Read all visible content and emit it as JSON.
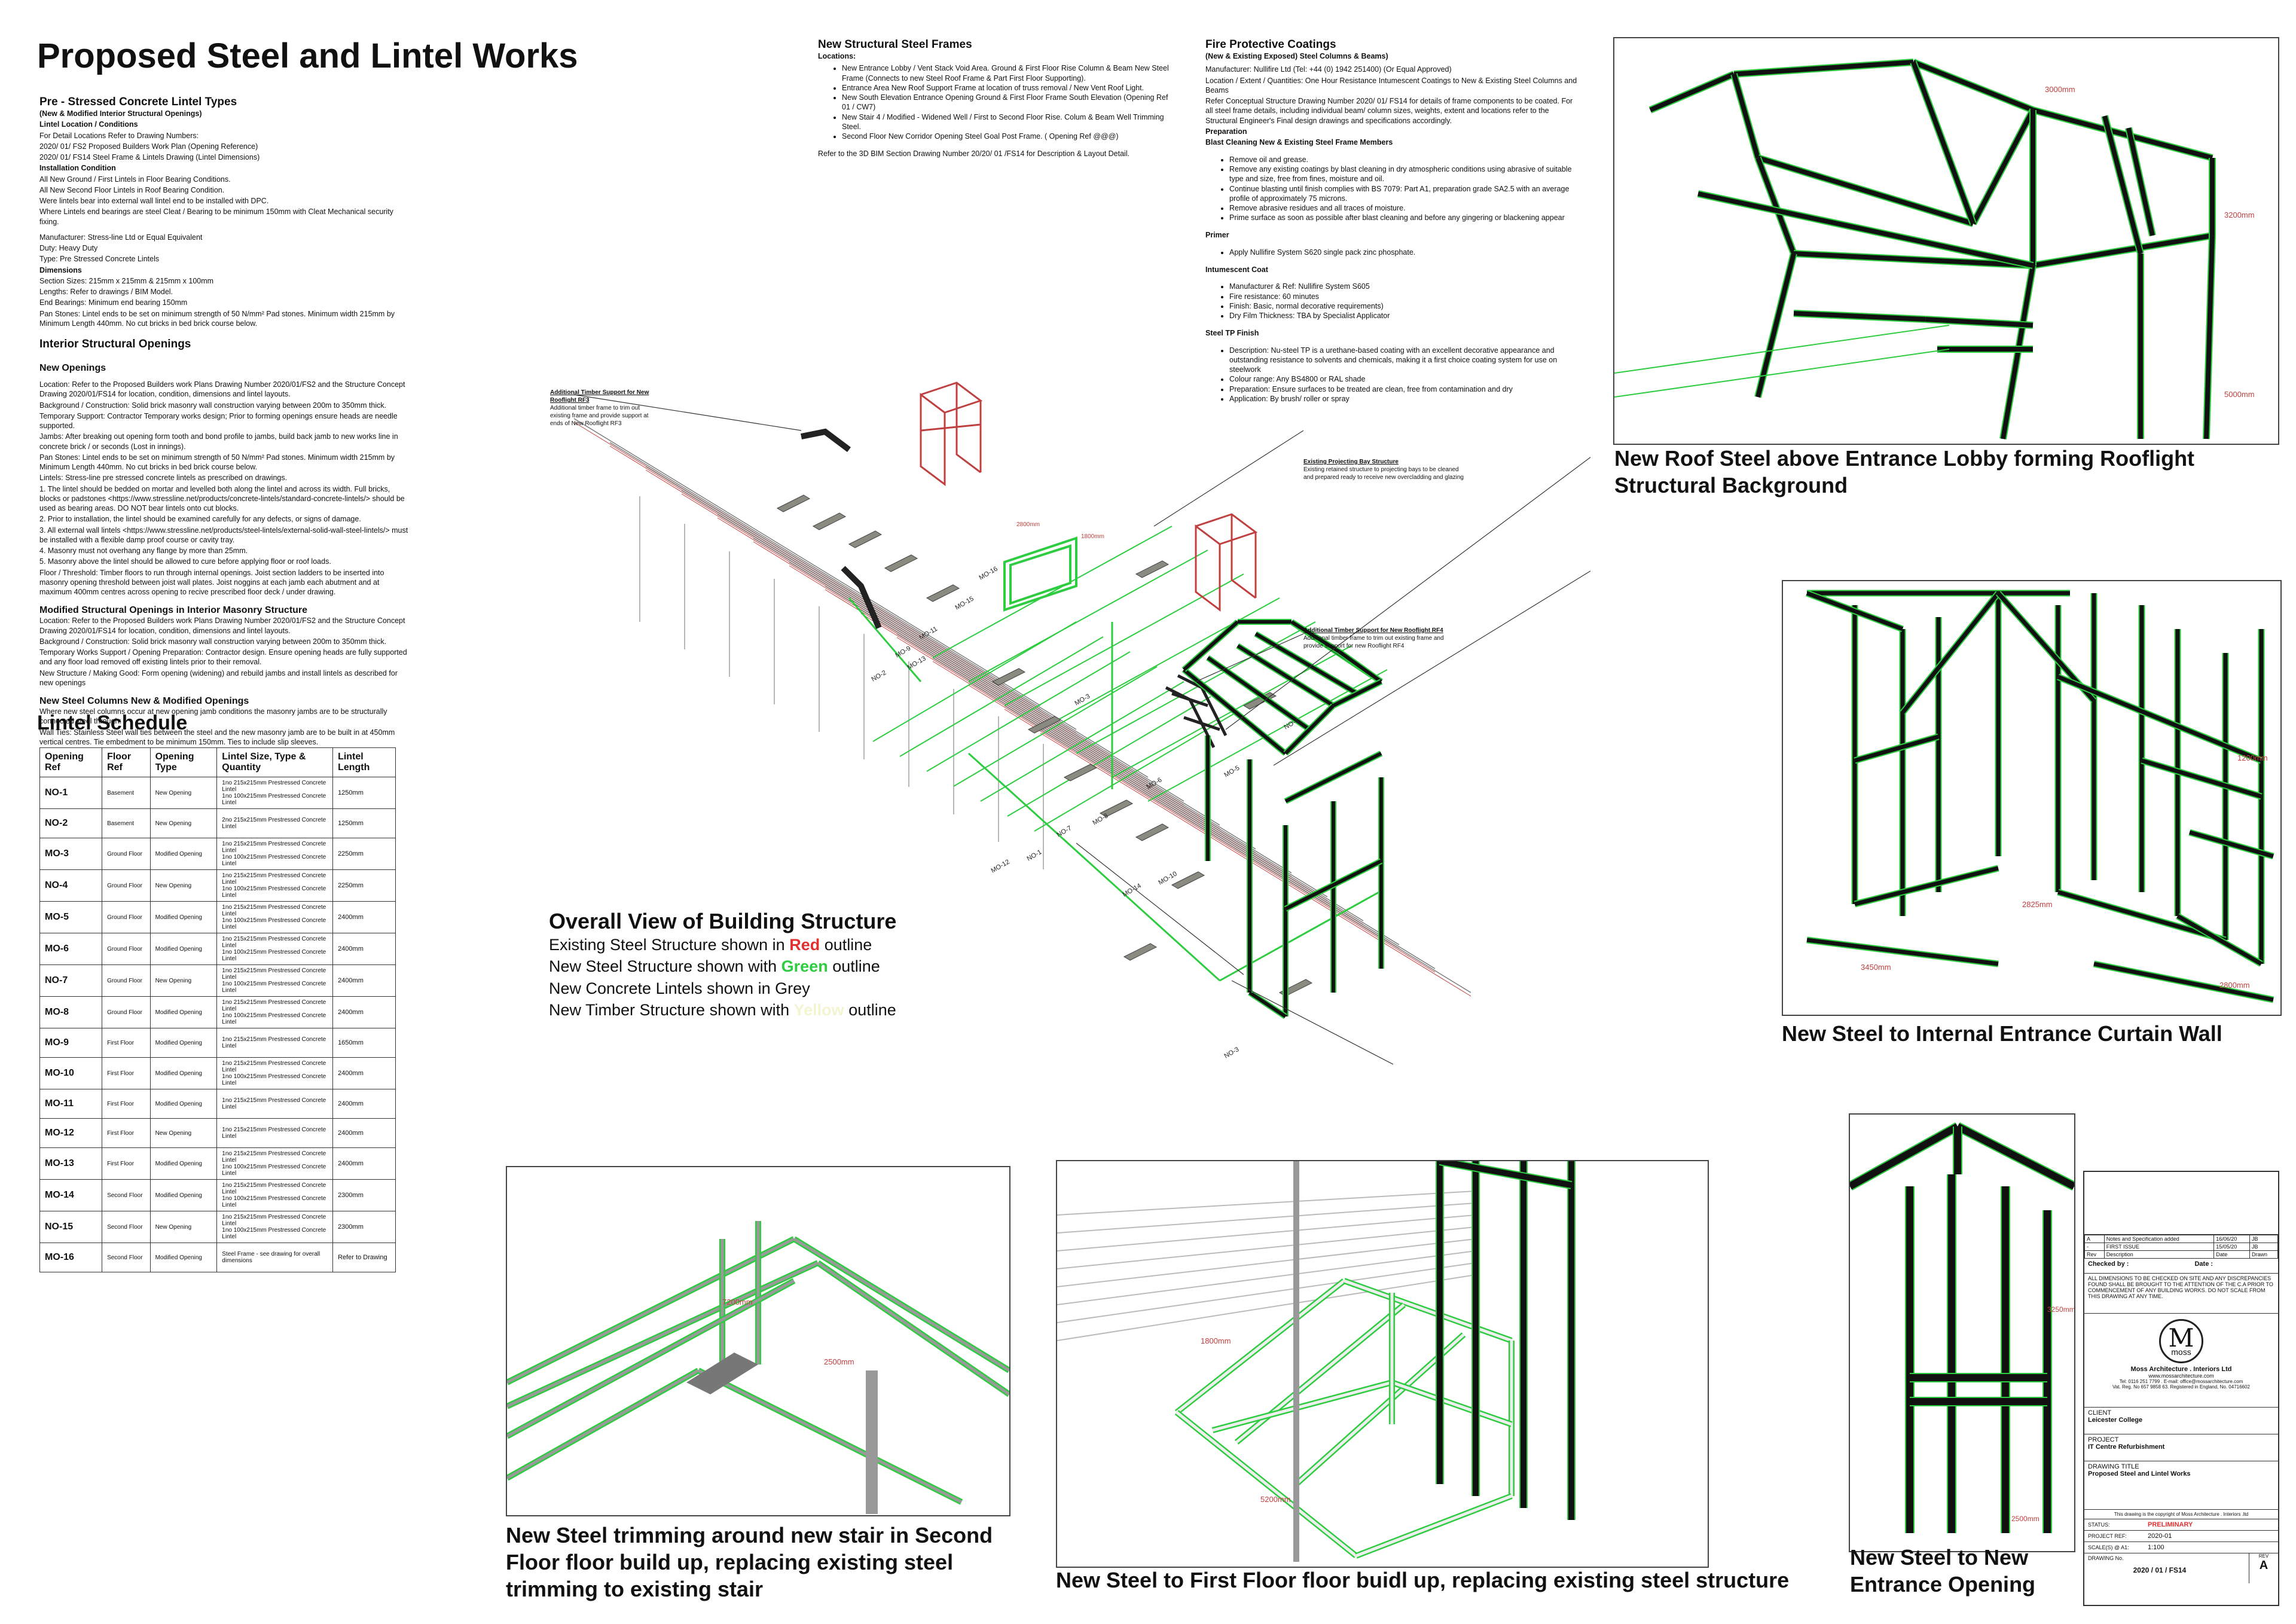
{
  "title": "Proposed Steel and Lintel Works",
  "left": {
    "lintel_types_heading": "Pre - Stressed Concrete Lintel Types",
    "lintel_types_lines": [
      "(New & Modified Interior Structural Openings)",
      "Lintel Location / Conditions",
      "For Detail Locations Refer to Drawing Numbers:",
      "2020/ 01/ FS2 Proposed Builders Work Plan (Opening Reference)",
      "2020/ 01/ FS14 Steel Frame & Lintels Drawing (Lintel Dimensions)",
      "Installation Condition",
      "All New Ground / First Lintels in Floor Bearing Conditions.",
      "All New Second Floor Lintels in Roof Bearing Condition.",
      "Were lintels bear into external wall lintel end to be installed with DPC.",
      "Where Lintels end bearings are steel Cleat / Bearing to be minimum 150mm with Cleat Mechanical security fixing."
    ],
    "spec_lines": [
      "Manufacturer: Stress-line Ltd or Equal Equivalent",
      "Duty: Heavy Duty",
      "Type: Pre Stressed Concrete Lintels",
      "Dimensions",
      "Section Sizes: 215mm x 215mm & 215mm x 100mm",
      "Lengths: Refer to drawings / BIM Model.",
      "End Bearings: Minimum end bearing 150mm",
      "Pan Stones: Lintel ends to be set on minimum strength of 50 N/mm² Pad stones. Minimum width 215mm by Minimum Length 440mm. No cut bricks in bed brick course below."
    ],
    "interior_heading": "Interior Structural Openings",
    "new_openings_heading": "New Openings",
    "new_openings_lines": [
      "Location: Refer to the Proposed Builders work Plans Drawing Number 2020/01/FS2 and the Structure Concept Drawing 2020/01/FS14 for location, condition, dimensions and lintel layouts.",
      "Background / Construction: Solid brick masonry wall construction varying between 200m to 350mm thick.",
      "Temporary Support: Contractor Temporary works design; Prior to forming openings ensure heads are needle supported.",
      "Jambs: After breaking out opening form tooth and bond profile to jambs, build back jamb to new works line in concrete brick / or seconds (Lost in innings).",
      "Pan Stones: Lintel ends to be set on minimum strength of 50 N/mm² Pad stones. Minimum width 215mm by Minimum Length 440mm. No cut bricks in bed brick course below.",
      "Lintels: Stress-line pre stressed concrete lintels as prescribed on drawings.",
      "1. The lintel should be bedded on mortar and levelled both along the lintel and across its width. Full bricks, blocks or padstones <https://www.stressline.net/products/concrete-lintels/standard-concrete-lintels/> should be used as bearing areas. DO NOT bear lintels onto cut blocks.",
      "2. Prior to installation, the lintel should be examined carefully for any defects, or signs of damage.",
      "3. All external wall lintels <https://www.stressline.net/products/steel-lintels/external-solid-wall-steel-lintels/> must be installed with a flexible damp proof course or cavity tray.",
      "4. Masonry must not overhang any flange by more than 25mm.",
      "5. Masonry above the lintel should be allowed to cure before applying floor or roof loads.",
      "Floor / Threshold: Timber floors to run through internal openings. Joist section ladders to be inserted into masonry opening threshold between joist wall plates. Joist noggins at each jamb each abutment and at maximum 400mm centres across opening to recive prescribed floor deck / under drawing."
    ],
    "modified_heading": "Modified Structural Openings in Interior Masonry Structure",
    "modified_lines": [
      "Location: Refer to the Proposed Builders work Plans Drawing Number 2020/01/FS2 and the Structure Concept Drawing 2020/01/FS14 for location, condition, dimensions and lintel layouts.",
      "Background / Construction: Solid brick masonry wall construction varying between 200m to 350mm thick.",
      "Temporary Works Support / Opening Preparation: Contractor design. Ensure opening heads are fully supported and any floor load removed off existing lintels prior to their removal.",
      "New Structure / Making Good: Form opening (widening) and rebuild jambs and install lintels as described for new openings"
    ],
    "columns_heading": "New Steel Columns New & Modified Openings",
    "columns_lines": [
      "Where new steel columns occur at new opening jamb conditions the masonry jambs are to be structurally connected steel through:",
      "Wall Ties: Stainless Steel wall ties between the steel and the new masonry jamb are to be built in at 450mm vertical centres. Tie embedment to be minimum 150mm. Ties to include slip sleeves."
    ]
  },
  "schedule": {
    "heading": "Lintel Schedule",
    "headers": [
      "Opening Ref",
      "Floor Ref",
      "Opening Type",
      "Lintel Size, Type & Quantity",
      "Lintel Length"
    ],
    "rows": [
      [
        "NO-1",
        "Basement",
        "New Opening",
        "1no 215x215mm Prestressed Concrete Lintel\n1no 100x215mm Prestressed Concrete Lintel",
        "1250mm"
      ],
      [
        "NO-2",
        "Basement",
        "New Opening",
        "2no 215x215mm Prestressed Concrete Lintel",
        "1250mm"
      ],
      [
        "MO-3",
        "Ground Floor",
        "Modified Opening",
        "1no 215x215mm Prestressed Concrete Lintel\n1no 100x215mm Prestressed Concrete Lintel",
        "2250mm"
      ],
      [
        "NO-4",
        "Ground Floor",
        "New Opening",
        "1no 215x215mm Prestressed Concrete Lintel\n1no 100x215mm Prestressed Concrete Lintel",
        "2250mm"
      ],
      [
        "MO-5",
        "Ground Floor",
        "Modified Opening",
        "1no 215x215mm Prestressed Concrete Lintel\n1no 100x215mm Prestressed Concrete Lintel",
        "2400mm"
      ],
      [
        "MO-6",
        "Ground Floor",
        "Modified Opening",
        "1no 215x215mm Prestressed Concrete Lintel\n1no 100x215mm Prestressed Concrete Lintel",
        "2400mm"
      ],
      [
        "NO-7",
        "Ground Floor",
        "New Opening",
        "1no 215x215mm Prestressed Concrete Lintel\n1no 100x215mm Prestressed Concrete Lintel",
        "2400mm"
      ],
      [
        "MO-8",
        "Ground Floor",
        "Modified Opening",
        "1no 215x215mm Prestressed Concrete Lintel\n1no 100x215mm Prestressed Concrete Lintel",
        "2400mm"
      ],
      [
        "MO-9",
        "First Floor",
        "Modified Opening",
        "1no 215x215mm Prestressed Concrete Lintel",
        "1650mm"
      ],
      [
        "MO-10",
        "First Floor",
        "Modified Opening",
        "1no 215x215mm Prestressed Concrete Lintel\n1no 100x215mm Prestressed Concrete Lintel",
        "2400mm"
      ],
      [
        "MO-11",
        "First Floor",
        "Modified Opening",
        "1no 215x215mm Prestressed Concrete Lintel",
        "2400mm"
      ],
      [
        "MO-12",
        "First Floor",
        "New Opening",
        "1no 215x215mm Prestressed Concrete Lintel",
        "2400mm"
      ],
      [
        "MO-13",
        "First Floor",
        "Modified Opening",
        "1no 215x215mm Prestressed Concrete Lintel\n1no 100x215mm Prestressed Concrete Lintel",
        "2400mm"
      ],
      [
        "MO-14",
        "Second Floor",
        "Modified Opening",
        "1no 215x215mm Prestressed Concrete Lintel\n1no 100x215mm Prestressed Concrete Lintel",
        "2300mm"
      ],
      [
        "NO-15",
        "Second Floor",
        "New Opening",
        "1no 215x215mm Prestressed Concrete Lintel\n1no 100x215mm Prestressed Concrete Lintel",
        "2300mm"
      ],
      [
        "MO-16",
        "Second Floor",
        "Modified Opening",
        "Steel Frame - see drawing for overall dimensions",
        "Refer to Drawing"
      ]
    ]
  },
  "frames": {
    "heading": "New Structural Steel Frames",
    "locations_label": "Locations:",
    "items": [
      "New Entrance Lobby / Vent Stack Void Area. Ground & First Floor Rise Column & Beam New Steel Frame (Connects to new Steel Roof Frame & Part First Floor Supporting).",
      "Entrance Area New Roof Support Frame at location of truss removal / New Vent Roof Light.",
      "New South Elevation Entrance Opening Ground & First Floor Frame South Elevation (Opening Ref 01 / CW7)",
      "New Stair 4 / Modified - Widened Well / First to Second Floor Rise. Colum & Beam Well Trimming Steel.",
      "Second Floor New Corridor Opening Steel Goal Post Frame. ( Opening Ref @@@)"
    ],
    "footer": "Refer to the 3D BIM Section Drawing Number 20/20/ 01 /FS14 for Description & Layout Detail."
  },
  "fire": {
    "heading": "Fire Protective Coatings",
    "sub": "(New & Existing Exposed) Steel Columns & Beams)",
    "lines": [
      "Manufacturer: Nullifire Ltd (Tel: +44 (0) 1942 251400) (Or Equal Approved)",
      "Location / Extent / Quantities: One Hour Resistance Intumescent Coatings to New & Existing Steel Columns and Beams",
      "Refer Conceptual Structure Drawing Number 2020/ 01/ FS14 for details of frame components to be coated. For all steel frame details, including individual beam/ column sizes, weights, extent and locations refer to the Structural Engineer's Final design drawings and specifications accordingly.",
      "Preparation",
      "Blast Cleaning New & Existing Steel Frame Members"
    ],
    "prep_items": [
      "Remove oil and grease.",
      "Remove any existing coatings by blast cleaning in dry atmospheric conditions using abrasive of suitable type and size, free from fines, moisture and oil.",
      "Continue blasting until finish complies with BS 7079: Part A1, preparation grade SA2.5 with an average profile of approximately 75 microns.",
      "Remove abrasive residues and all traces of moisture.",
      "Prime surface as soon as possible after blast cleaning and before any gingering or blackening appear"
    ],
    "primer_label": "Primer",
    "primer_item": "Apply Nullifire System S620 single pack zinc phosphate.",
    "coat_label": "Intumescent Coat",
    "coat_items": [
      "Manufacturer & Ref: Nullifire System S605",
      "Fire resistance: 60 minutes",
      "Finish: Basic, normal decorative requirements)",
      "Dry Film Thickness: TBA by Specialist Applicator"
    ],
    "finish_label": "Steel TP Finish",
    "finish_items": [
      "Description: Nu-steel TP is a urethane-based coating with an excellent decorative appearance and outstanding resistance to solvents and chemicals, making it a first choice coating system for use on steelwork",
      "Colour range: Any BS4800 or RAL shade",
      "Preparation: Ensure surfaces to be treated are clean, free from contamination and dry",
      "Application: By brush/ roller or spray"
    ]
  },
  "annotations": {
    "rf3_title": "Additional Timber Support for New Rooflight RF3",
    "rf3_text": "Additional timber frame to trim out existing frame and provide support at ends of New Rooflight RF3",
    "bay_title": "Existing Projecting Bay Structure",
    "bay_text": "Existing retained structure to projecting bays to be cleaned and prepared ready to receive new overcladding and glazing",
    "rf4_title": "Additional Timber Support for New Rooflight RF4",
    "rf4_text": "Additional timber frame to trim out existing frame and provide support for new Rooflight RF4"
  },
  "overall": {
    "heading": "Overall View of Building Structure",
    "l1a": "Existing Steel Structure shown in ",
    "l1b": "Red",
    "l1c": " outline",
    "l2a": "New Steel Structure shown with ",
    "l2b": "Green",
    "l2c": " outline",
    "l3": "New Concrete Lintels shown in Grey",
    "l4a": "New Timber Structure shown with ",
    "l4b": "Yellow",
    "l4c": " outline"
  },
  "captions": {
    "roof": "New Roof Steel above Entrance Lobby forming Rooflight Structural Background",
    "curtain": "New Steel to Internal Entrance Curtain Wall",
    "stair": "New Steel trimming around new stair in Second Floor floor build up, replacing existing steel trimming to existing stair",
    "first_floor": "New Steel to First Floor floor buidl up, replacing existing steel structure",
    "entrance": "New Steel to New Entrance Opening"
  },
  "dims": {
    "roof_a": "3000mm",
    "roof_b": "3200mm",
    "roof_c": "5000mm",
    "cw_a": "2825mm",
    "cw_b": "3450mm",
    "cw_c": "2800mm",
    "cw_d": "1200mm",
    "st_a": "7200mm",
    "st_b": "2500mm",
    "ff_a": "1800mm",
    "ff_b": "5200mm",
    "en_a": "3250mm",
    "en_b": "2500mm",
    "bay_a": "2800mm",
    "bay_b": "1800mm"
  },
  "marks": [
    "MO-16",
    "MO-15",
    "NO-2",
    "MO-9",
    "MO-11",
    "MO-13",
    "MO-3",
    "NO-4",
    "MO-5",
    "MO-6",
    "MO-8",
    "NO-7",
    "NO-1",
    "MO-12",
    "MO-10",
    "MO-14",
    "NO-3"
  ],
  "titleblock": {
    "rev_rows": [
      [
        "A",
        "Notes and Specification added",
        "16/06/20",
        "JB"
      ],
      [
        "-",
        "FIRST ISSUE",
        "15/05/20",
        "JB"
      ]
    ],
    "rev_head": [
      "Rev",
      "Description",
      "Date",
      "Drawn"
    ],
    "checked": "Checked by :",
    "date": "Date :",
    "note": "ALL DIMENSIONS TO BE CHECKED ON SITE AND ANY DISCREPANCIES FOUND SHALL BE BROUGHT TO THE ATTENTION OF THE C.A PRIOR TO COMMENCEMENT OF ANY BUILDING WORKS. DO NOT SCALE FROM THIS DRAWING AT ANY TIME.",
    "logo_letter": "M",
    "logo_word": "moss",
    "company": "Moss Architecture . Interiors Ltd",
    "web": "www.mossarchitecture.com",
    "contact": "Tel: 0116 251 7799 . E-mail: office@mossarchitecture.com",
    "reg": "Vat. Reg. No 657 9858 63. Registered in England, No. 04716602",
    "client_label": "CLIENT",
    "client": "Leicester College",
    "project_label": "PROJECT",
    "project": "IT Centre Refurbishment",
    "dtitle_label": "DRAWING TITLE",
    "dtitle": "Proposed Steel and Lintel Works",
    "copyright": "This drawing is the copyright of Moss Architecture . Interiors .ltd",
    "status_label": "STATUS:",
    "status": "PRELIMINARY",
    "projref_label": "PROJECT REF:",
    "projref": "2020-01",
    "scale_label": "SCALE(S) @ A1:",
    "scale": "1:100",
    "dwgno_label": "DRAWING No.",
    "dwgno": "2020 / 01 / FS14",
    "rev_label": "REV",
    "rev": "A"
  },
  "colors": {
    "existing": "#e03030",
    "new_steel": "#2ecc40",
    "lintel": "#8a8a80",
    "timber": "#e8e830"
  }
}
